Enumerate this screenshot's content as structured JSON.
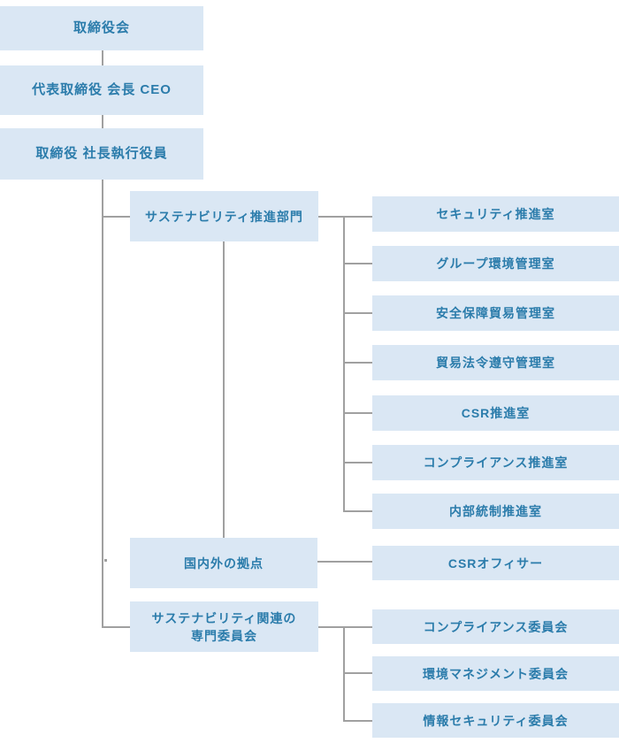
{
  "colors": {
    "box_fill": "#dae7f4",
    "text_blue": "#2b7cab",
    "connector_gray": "#a0a0a0",
    "background": "#ffffff"
  },
  "nodes": {
    "board": "取締役会",
    "chairman_ceo": "代表取締役 会長 CEO",
    "president": "取締役 社長執行役員",
    "sustainability_division": "サステナビリティ推進部門",
    "domestic_overseas_bases": "国内外の拠点",
    "sustainability_committees_line1": "サステナビリティ関連の",
    "sustainability_committees_line2": "専門委員会",
    "csr_officer": "CSRオフィサー"
  },
  "division_offices": [
    "セキュリティ推進室",
    "グループ環境管理室",
    "安全保障貿易管理室",
    "貿易法令遵守管理室",
    "CSR推進室",
    "コンプライアンス推進室",
    "内部統制推進室"
  ],
  "committees": [
    "コンプライアンス委員会",
    "環境マネジメント委員会",
    "情報セキュリティ委員会"
  ]
}
